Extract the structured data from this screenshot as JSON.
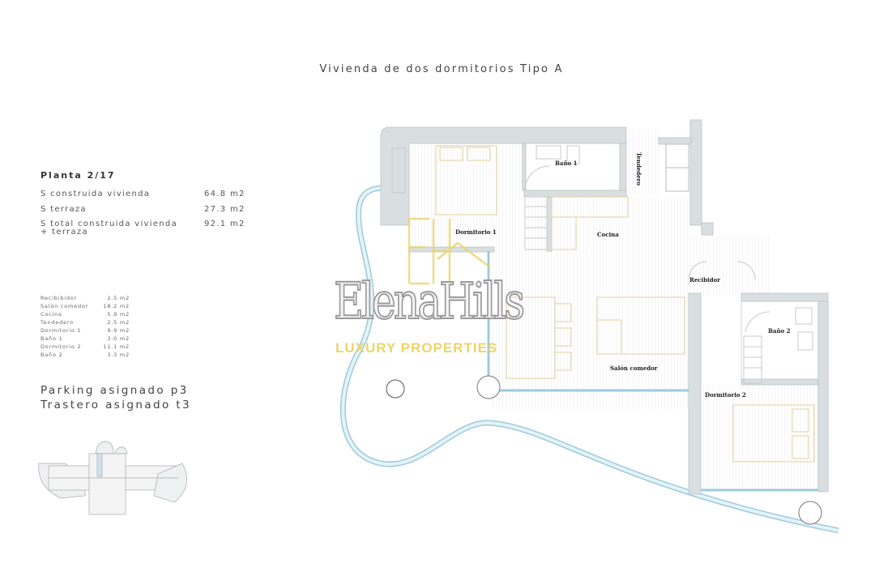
{
  "title": "Vivienda de dos dormitorios Tipo A",
  "planta": "Planta 2/17",
  "surfaces": [
    {
      "label": "S construida vivienda",
      "value": "64.8 m2"
    },
    {
      "label": "S terraza",
      "value": "27.3 m2"
    },
    {
      "label": "S total construida vivienda",
      "label2": "+ terraza",
      "value": "92.1 m2"
    }
  ],
  "rooms": [
    {
      "label": "Recibibidor",
      "value": "2.5 m2"
    },
    {
      "label": "Salón comedor",
      "value": "18.2 m2"
    },
    {
      "label": "Cocina",
      "value": "5.9 m2"
    },
    {
      "label": "Tendedero",
      "value": "2.5 m2"
    },
    {
      "label": "Dormitorio 1",
      "value": "9.9 m2"
    },
    {
      "label": "Baño 1",
      "value": "3.0 m2"
    },
    {
      "label": "Dormitorio 2",
      "value": "11.1 m2"
    },
    {
      "label": "Baño 2",
      "value": "3.3 m2"
    }
  ],
  "parking": "Parking asignado p3",
  "trastero": "Trastero asignado t3",
  "plan_labels": {
    "dormitorio1": "Dormitorio 1",
    "bano1": "Baño 1",
    "tendedero": "Tendedero",
    "cocina": "Cocina",
    "recibidor": "Recibidor",
    "salon": "Salón comedor",
    "bano2": "Baño 2",
    "dormitorio2": "Dormitorio 2"
  },
  "watermark": {
    "name": "ElenaHills",
    "tagline": "LUXURY PROPERTIES",
    "monogram": "EH"
  },
  "colors": {
    "wall": "#d9dfe1",
    "glass": "#cfe8f0",
    "furniture": "#e3cf9c",
    "logo_gold": "#ecd46a"
  }
}
